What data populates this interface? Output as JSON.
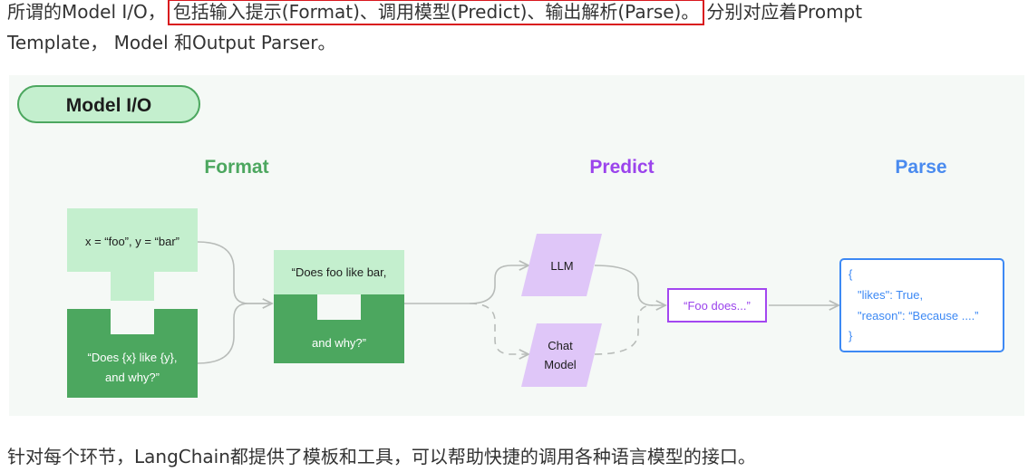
{
  "paragraph1": {
    "line1_before": "所谓的Model I/O，",
    "line1_highlight": "包括输入提示(Format)、调用模型(Predict)、输出解析(Parse)。",
    "line1_after": "分别对应着Prompt",
    "line2": "Template， Model 和Output Parser。"
  },
  "diagram": {
    "title": "Model I/O",
    "sections": {
      "format": "Format",
      "predict": "Predict",
      "parse": "Parse"
    },
    "variables_box": "x = “foo”, y = “bar”",
    "template_box": [
      "“Does {x} like {y},",
      "and why?”"
    ],
    "prompt_box": [
      "“Does foo like bar,",
      "and why?”"
    ],
    "llm_label": "LLM",
    "chat_model_label": [
      "Chat",
      "Model"
    ],
    "output_label": "“Foo does...”",
    "parsed_output": [
      "{",
      "\"likes\": True,",
      "\"reason\": “Because ....”",
      "}"
    ],
    "colors": {
      "format": "#4ca75f",
      "predict": "#9b44ec",
      "parse": "#4a8bef",
      "light_green": "#c4efce",
      "dark_green": "#4ca75f",
      "light_purple": "#dfc6f8",
      "output_border": "#a347f0",
      "parse_border": "#3d89f4",
      "background": "#f5f9f6"
    }
  },
  "paragraph2": "针对每个环节，LangChain都提供了模板和工具，可以帮助快捷的调用各种语言模型的接口。"
}
